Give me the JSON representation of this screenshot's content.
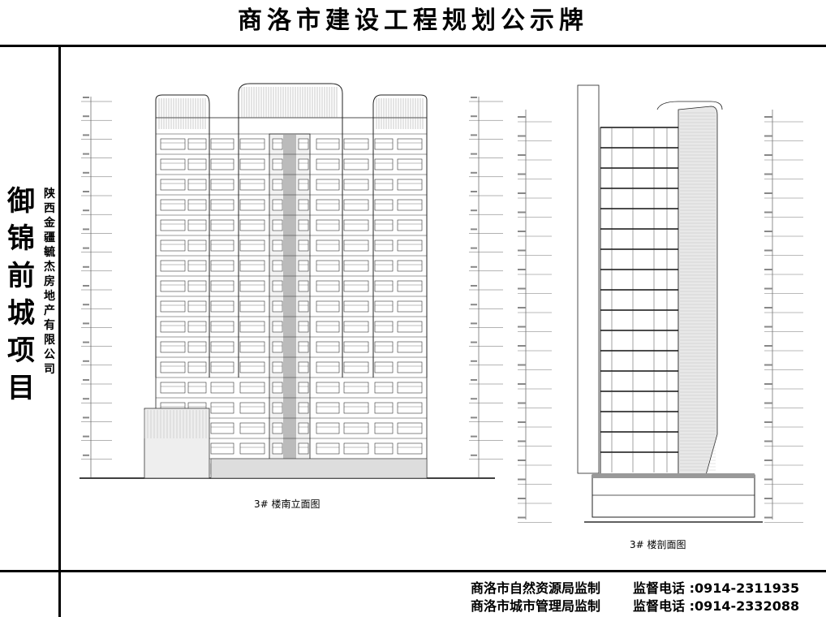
{
  "header": {
    "title": "商洛市建设工程规划公示牌"
  },
  "sidebar": {
    "project_name": "御锦前城项目",
    "developer": "陕西金疆毓杰房地产有限公司"
  },
  "drawings": {
    "elevation_caption": "3# 楼南立面图",
    "section_caption": "3# 楼剖面图"
  },
  "footer": {
    "lines": [
      {
        "authority": "商洛市自然资源局监制",
        "phone_label": "监督电话 :",
        "phone": "0914-2311935"
      },
      {
        "authority": "商洛市城市管理局监制",
        "phone_label": "监督电话 :",
        "phone": "0914-2332088"
      }
    ]
  }
}
